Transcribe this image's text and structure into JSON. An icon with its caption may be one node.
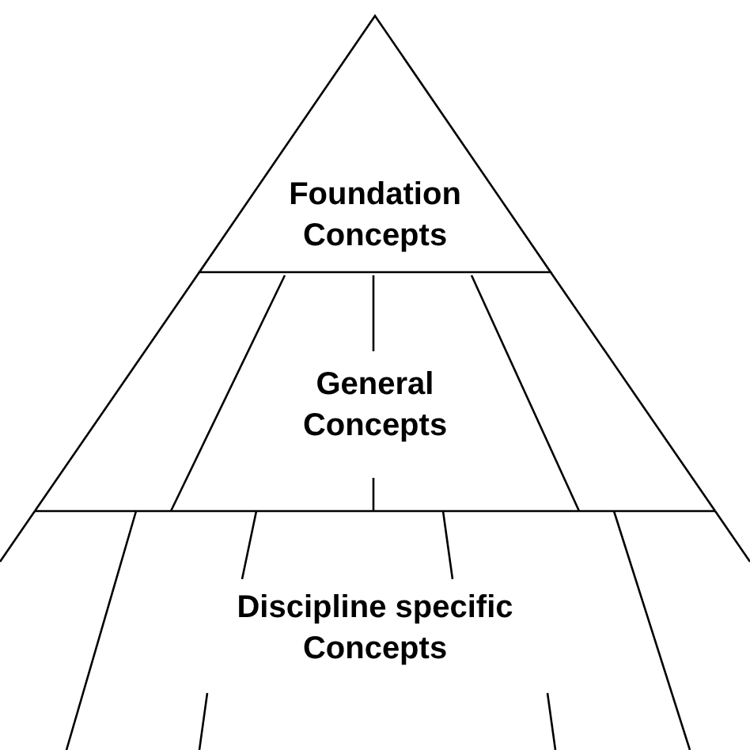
{
  "diagram": {
    "nodes": [
      {
        "text": [
          "Foundation Concepts"
        ]
      },
      {
        "text": [
          "General Concepts"
        ]
      },
      {
        "text": [
          "Discipline specific Concepts"
        ]
      }
    ]
  }
}
